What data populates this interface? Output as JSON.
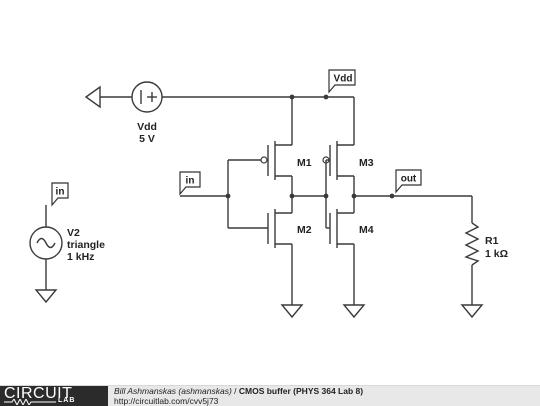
{
  "schematic": {
    "source_vdd": {
      "name": "Vdd",
      "value": "5 V"
    },
    "source_v2": {
      "name": "V2",
      "type": "triangle",
      "freq": "1 kHz"
    },
    "transistors": [
      "M1",
      "M2",
      "M3",
      "M4"
    ],
    "resistor": {
      "name": "R1",
      "value": "1 kΩ"
    },
    "tags": {
      "vdd": "Vdd",
      "in_left": "in",
      "in_mid": "in",
      "out": "out"
    }
  },
  "footer": {
    "logo_top": "CIRCUIT",
    "logo_bottom": "LAB",
    "author": "Bill Ashmanskas (ashmanskas)",
    "separator": " / ",
    "title": "CMOS buffer (PHYS 364 Lab 8)",
    "url": "http://circuitlab.com/cvv5j73"
  }
}
